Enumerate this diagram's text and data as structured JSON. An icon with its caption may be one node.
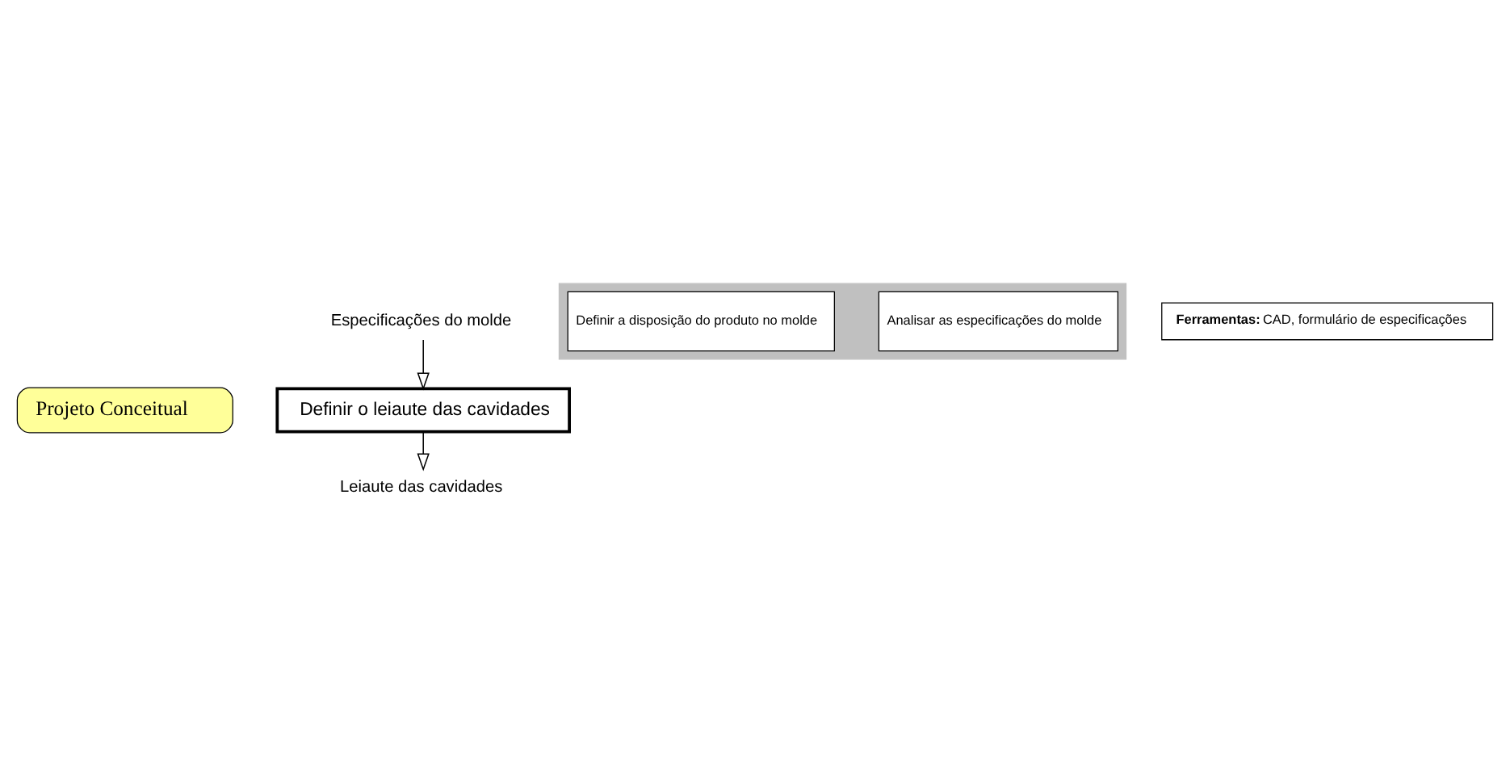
{
  "diagram": {
    "nodes": [
      {
        "text": [
          "Projeto Conceitual"
        ]
      },
      {
        "text": [
          "Especificações do molde"
        ]
      },
      {
        "text": [
          "Definir o leiaute das cavidades"
        ]
      },
      {
        "text": [],
        "shape": "box"
      },
      {
        "text": [
          "Analisar as especificações do molde"
        ],
        "in": 3
      },
      {
        "text": [
          "Definir a disposição do produto no molde"
        ],
        "in": 3
      },
      {
        "text": [
          "Leiaute das cavidades"
        ]
      },
      {
        "text": [
          "**Ferramentas:** CAD, formulário de especificações"
        ]
      }
    ],
    "edges": [
      {
        "from": 1,
        "to": 2,
        "arrow": "to"
      },
      {
        "from": 2,
        "to": 6,
        "arrow": "to"
      }
    ]
  }
}
